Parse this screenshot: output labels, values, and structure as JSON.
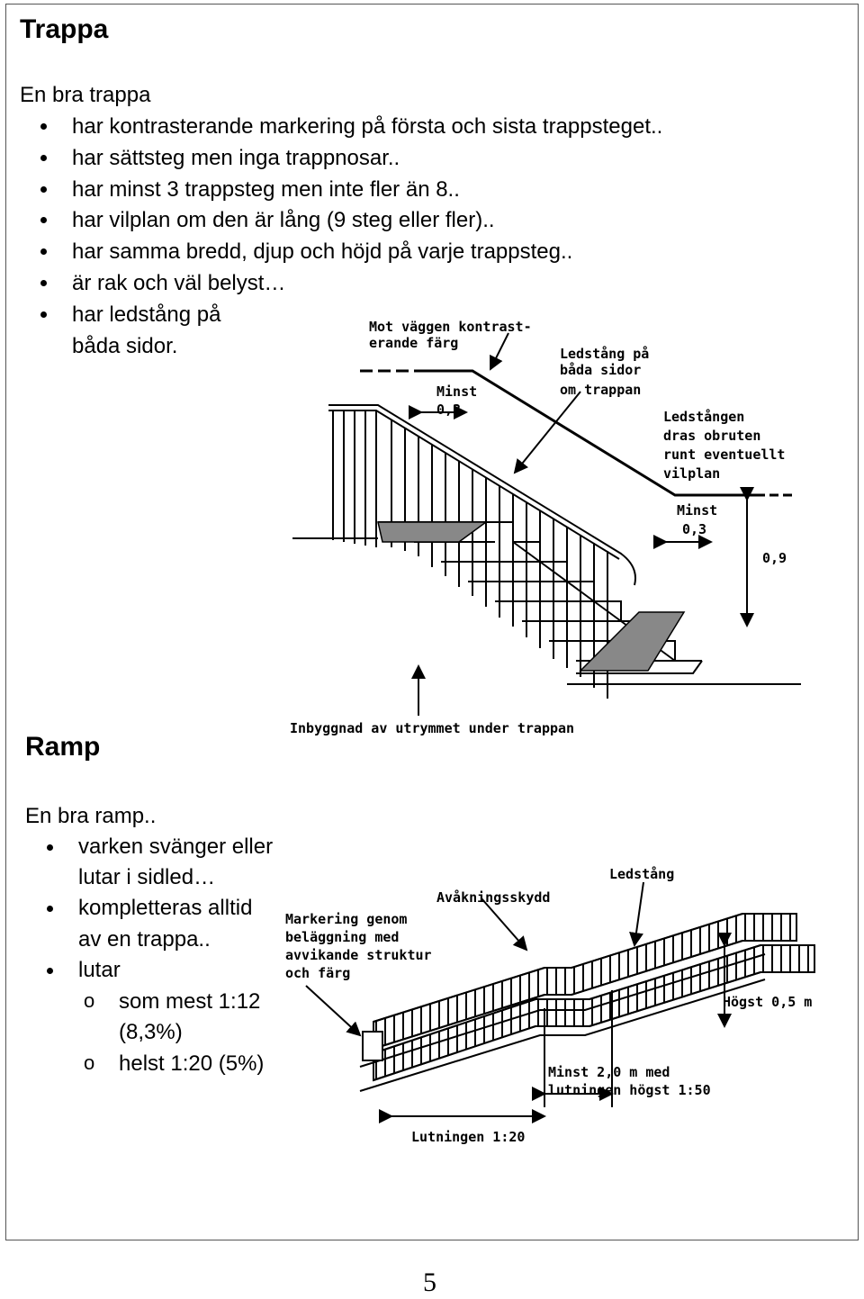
{
  "stairs": {
    "heading": "Trappa",
    "intro": "En bra trappa",
    "bullets": [
      "har kontrasterande markering på första och sista trappsteget..",
      "har sättsteg men inga trappnosar..",
      "har minst 3 trappsteg men inte fler än 8..",
      "har vilplan om den är lång (9 steg eller fler)..",
      "har samma bredd, djup och höjd på varje trappsteg..",
      "är rak och väl belyst…",
      "har ledstång på",
      "båda sidor."
    ],
    "figure": {
      "label_contrast_1": "Mot väggen kontrast-",
      "label_contrast_2": "erande färg",
      "label_handrail_1": "Ledstång på",
      "label_handrail_2": "båda sidor",
      "label_handrail_3": "om trappan",
      "label_unbroken_1": "Ledstången",
      "label_unbroken_2": "dras obruten",
      "label_unbroken_3": "runt eventuellt",
      "label_unbroken_4": "vilplan",
      "label_min_a": "Minst",
      "label_min_a_val": "0,3",
      "label_min_b": "Minst",
      "label_min_b_val": "0,3",
      "label_height": "0,9",
      "label_enclosed": "Inbyggnad av utrymmet under trappan"
    }
  },
  "ramp": {
    "heading": "Ramp",
    "intro": "En bra ramp..",
    "bullets": [
      "varken svänger eller",
      "lutar i sidled…",
      "kompletteras alltid",
      "av en trappa..",
      "lutar"
    ],
    "sub_marker": "o",
    "sub_bullets": [
      "som mest 1:12",
      "(8,3%)",
      "helst 1:20 (5%)"
    ],
    "figure": {
      "label_handrail": "Ledstång",
      "label_guard": "Avåkningsskydd",
      "label_marking_1": "Markering genom",
      "label_marking_2": "beläggning med",
      "label_marking_3": "avvikande struktur",
      "label_marking_4": "och färg",
      "label_max_height": "Högst 0,5 m",
      "label_landing_1": "Minst 2,0 m med",
      "label_landing_2": "lutningen högst 1:50",
      "label_slope": "Lutningen 1:20"
    }
  },
  "page_number": "5"
}
